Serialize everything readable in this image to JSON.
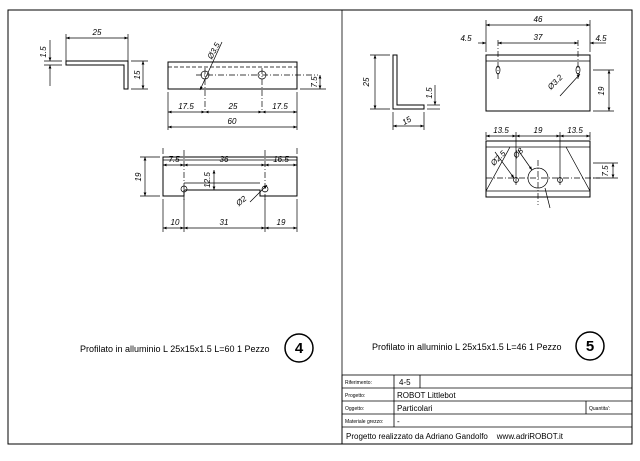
{
  "drawing_4": {
    "side_view": {
      "dim_width": "25",
      "dim_thickness": "1.5",
      "dim_height": "15"
    },
    "top_view": {
      "dim_hole_dia": "Ø3.5",
      "dim_left": "17.5",
      "dim_mid": "25",
      "dim_right": "17.5",
      "dim_total": "60",
      "dim_side": "7.5"
    },
    "bottom_view": {
      "dim_a": "7.5",
      "dim_b": "36",
      "dim_c": "16.5",
      "dim_height": "19",
      "dim_slot": "12.5",
      "dim_hole_dia": "Ø2",
      "dim_d": "10",
      "dim_e": "31",
      "dim_f": "19"
    },
    "caption": "Profilato in alluminio L 25x15x1.5 L=60  1 Pezzo",
    "number": "4"
  },
  "drawing_5": {
    "top_view": {
      "dim_total": "46",
      "dim_left": "4.5",
      "dim_mid": "37",
      "dim_right": "4.5",
      "dim_hole_dia": "Ø3.2",
      "dim_height": "19"
    },
    "side_view": {
      "dim_height": "25",
      "dim_thickness": "1.5",
      "dim_width": "15"
    },
    "bottom_view": {
      "dim_left": "13.5",
      "dim_mid": "19",
      "dim_right": "13.5",
      "dim_small_dia": "Ø2.5",
      "dim_big_dia": "Ø8",
      "dim_side": "7.5"
    },
    "caption": "Profilato in alluminio L 25x15x1.5 L=46  1 Pezzo",
    "number": "5"
  },
  "title_block": {
    "riferimento_label": "Riferimento:",
    "riferimento_value": "4-5",
    "progetto_label": "Progetto:",
    "progetto_value": "ROBOT Littlebot",
    "oggetto_label": "Oggetto:",
    "oggetto_value": "Particolari",
    "quantita_label": "Quantita':",
    "quantita_value": "",
    "materiale_label": "Materiale grezzo:",
    "materiale_value": "-",
    "footer": "Progetto realizzato da Adriano Gandolfo    www.adriROBOT.it"
  }
}
